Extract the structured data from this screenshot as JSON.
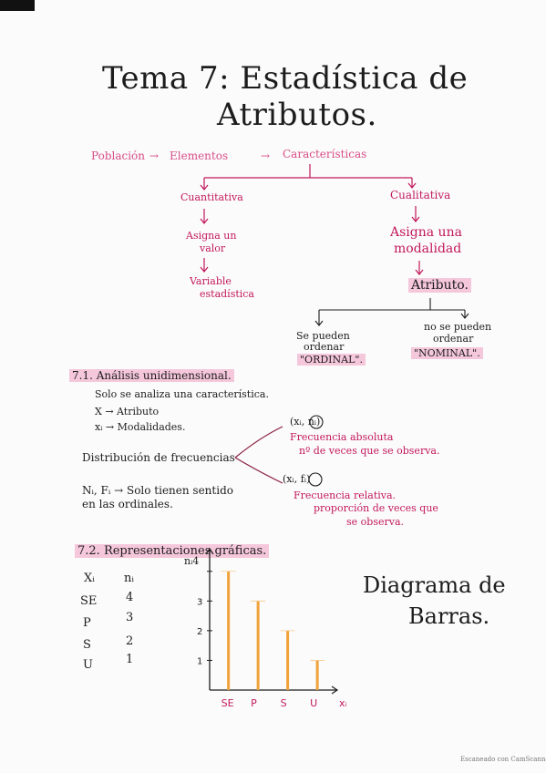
{
  "title": {
    "line1": "Tema 7: Estadística de",
    "line2": "Atributos."
  },
  "flow": {
    "top": [
      "Población",
      "Elementos",
      "Características"
    ],
    "arrow": "→",
    "left": {
      "label": "Cuantitativa",
      "step1": "Asigna un",
      "step1b": "valor",
      "step2": "Variable",
      "step2b": "estadística"
    },
    "right": {
      "label": "Cualitativa",
      "step1": "Asigna una",
      "step1b": "modalidad",
      "step2": "Atributo."
    },
    "branches": {
      "left1": "Se pueden",
      "left2": "ordenar",
      "left3": "\"ORDINAL\".",
      "right1": "no se pueden",
      "right2": "ordenar",
      "right3": "\"NOMINAL\"."
    }
  },
  "section1": {
    "heading": "7.1. Análisis unidimensional.",
    "line1": "Solo se analiza una característica.",
    "line2": "X → Atributo",
    "line3": "xᵢ → Modalidades.",
    "dist": "Distribución de frecuencias",
    "abs_head": "(xᵢ, nᵢ)",
    "abs_label": "Frecuencia absoluta",
    "abs_desc": "nº de veces que se observa.",
    "rel_head": "(xᵢ, fᵢ)",
    "rel_label": "Frecuencia relativa.",
    "rel_desc1": "proporción de veces que",
    "rel_desc2": "se observa.",
    "note1": "Nᵢ, Fᵢ → Solo tienen sentido",
    "note2": "en las ordinales."
  },
  "section2": {
    "heading": "7.2. Representaciones gráficas.",
    "col_x": "Xᵢ",
    "col_n": "nᵢ",
    "rows": [
      {
        "x": "SE",
        "n": "4"
      },
      {
        "x": "P",
        "n": "3"
      },
      {
        "x": "S",
        "n": "2"
      },
      {
        "x": "U",
        "n": "1"
      }
    ],
    "diagram_title1": "Diagrama de",
    "diagram_title2": "Barras."
  },
  "chart_data": {
    "type": "bar",
    "categories": [
      "SE",
      "P",
      "S",
      "U"
    ],
    "values": [
      4,
      3,
      2,
      1
    ],
    "ylabel": "nᵢ",
    "xlabel": "xᵢ",
    "yticks": [
      "1",
      "2",
      "3",
      "4"
    ],
    "ylim": [
      0,
      4.3
    ],
    "bar_color": "#f0a23a"
  },
  "footer": "Escaneado con CamScanner"
}
